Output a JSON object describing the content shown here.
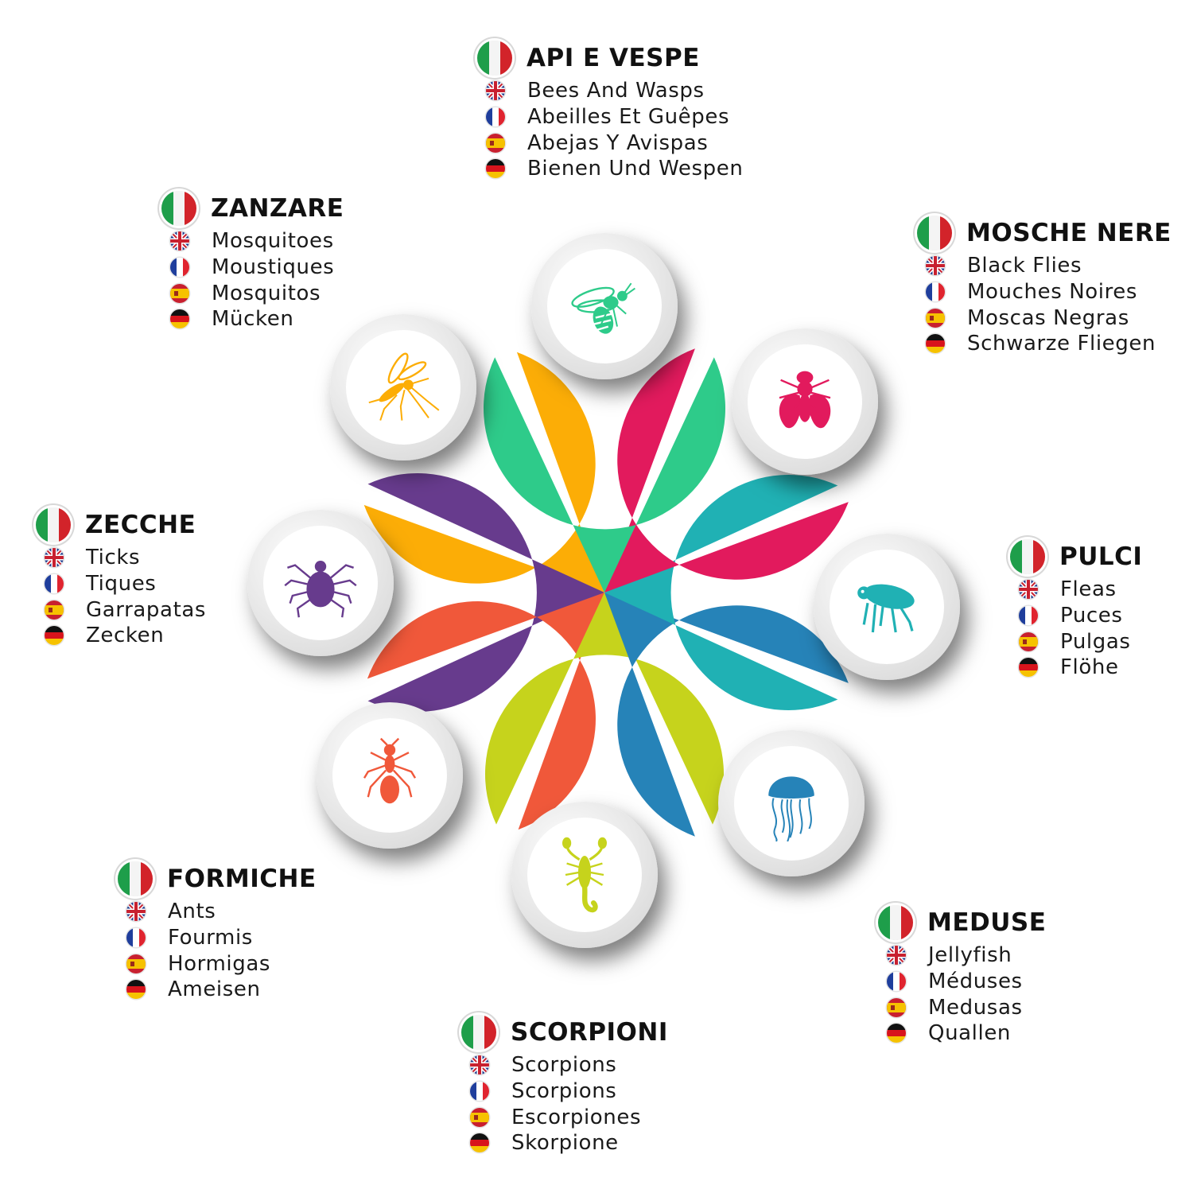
{
  "colors": {
    "it_green": "#1e9e4a",
    "it_red": "#d2232a",
    "shadow": "#000000"
  },
  "lang_flags": [
    "uk-flag-icon",
    "france-flag-icon",
    "spain-flag-icon",
    "germany-flag-icon"
  ],
  "petals": [
    {
      "id": "bees",
      "color": "#2ecb8a",
      "icon": "bee-icon",
      "title": "API E VESPE",
      "translations": [
        "Bees And Wasps",
        "Abeilles Et Guêpes",
        "Abejas Y Avispas",
        "Bienen Und Wespen"
      ]
    },
    {
      "id": "blackflies",
      "color": "#e21a5d",
      "icon": "fly-icon",
      "title": "MOSCHE NERE",
      "translations": [
        "Black Flies",
        "Mouches Noires",
        "Moscas Negras",
        "Schwarze Fliegen"
      ]
    },
    {
      "id": "fleas",
      "color": "#20b1b4",
      "icon": "flea-icon",
      "title": "PULCI",
      "translations": [
        "Fleas",
        "Puces",
        "Pulgas",
        "Flöhe"
      ]
    },
    {
      "id": "jellyfish",
      "color": "#2683b8",
      "icon": "jellyfish-icon",
      "title": "MEDUSE",
      "translations": [
        "Jellyfish",
        "Méduses",
        "Medusas",
        "Quallen"
      ]
    },
    {
      "id": "scorpions",
      "color": "#c6d31c",
      "icon": "scorpion-icon",
      "title": "SCORPIONI",
      "translations": [
        "Scorpions",
        "Scorpions",
        "Escorpiones",
        "Skorpione"
      ]
    },
    {
      "id": "ants",
      "color": "#f0583a",
      "icon": "ant-icon",
      "title": "FORMICHE",
      "translations": [
        "Ants",
        "Fourmis",
        "Hormigas",
        "Ameisen"
      ]
    },
    {
      "id": "ticks",
      "color": "#673b8d",
      "icon": "tick-icon",
      "title": "ZECCHE",
      "translations": [
        "Ticks",
        "Tiques",
        "Garrapatas",
        "Zecken"
      ]
    },
    {
      "id": "mosquitoes",
      "color": "#fcad06",
      "icon": "mosquito-icon",
      "title": "ZANZARE",
      "translations": [
        "Mosquitoes",
        "Moustiques",
        "Mosquitos",
        "Mücken"
      ]
    }
  ]
}
